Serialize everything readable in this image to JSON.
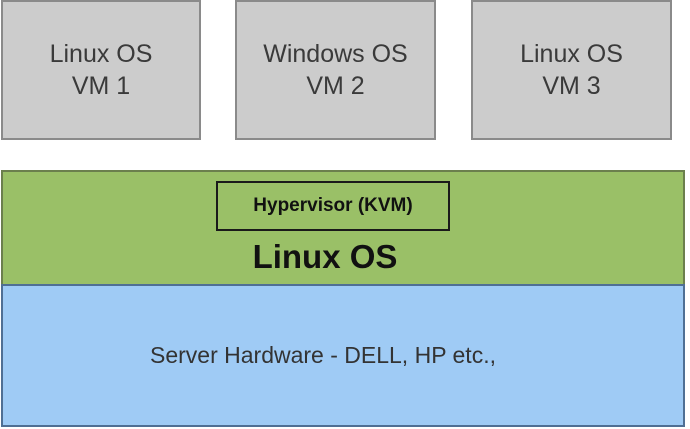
{
  "vms": [
    {
      "line1": "Linux OS",
      "line2": "VM 1"
    },
    {
      "line1": "Windows OS",
      "line2": "VM 2"
    },
    {
      "line1": "Linux OS",
      "line2": "VM 3"
    }
  ],
  "host_os": {
    "hypervisor_label": "Hypervisor (KVM)",
    "title": "Linux OS"
  },
  "hardware": {
    "label": "Server Hardware - DELL, HP etc.,"
  },
  "colors": {
    "vm_fill": "#cccccc",
    "os_layer_fill": "#9ac067",
    "hardware_layer_fill": "#9fcbf5"
  }
}
